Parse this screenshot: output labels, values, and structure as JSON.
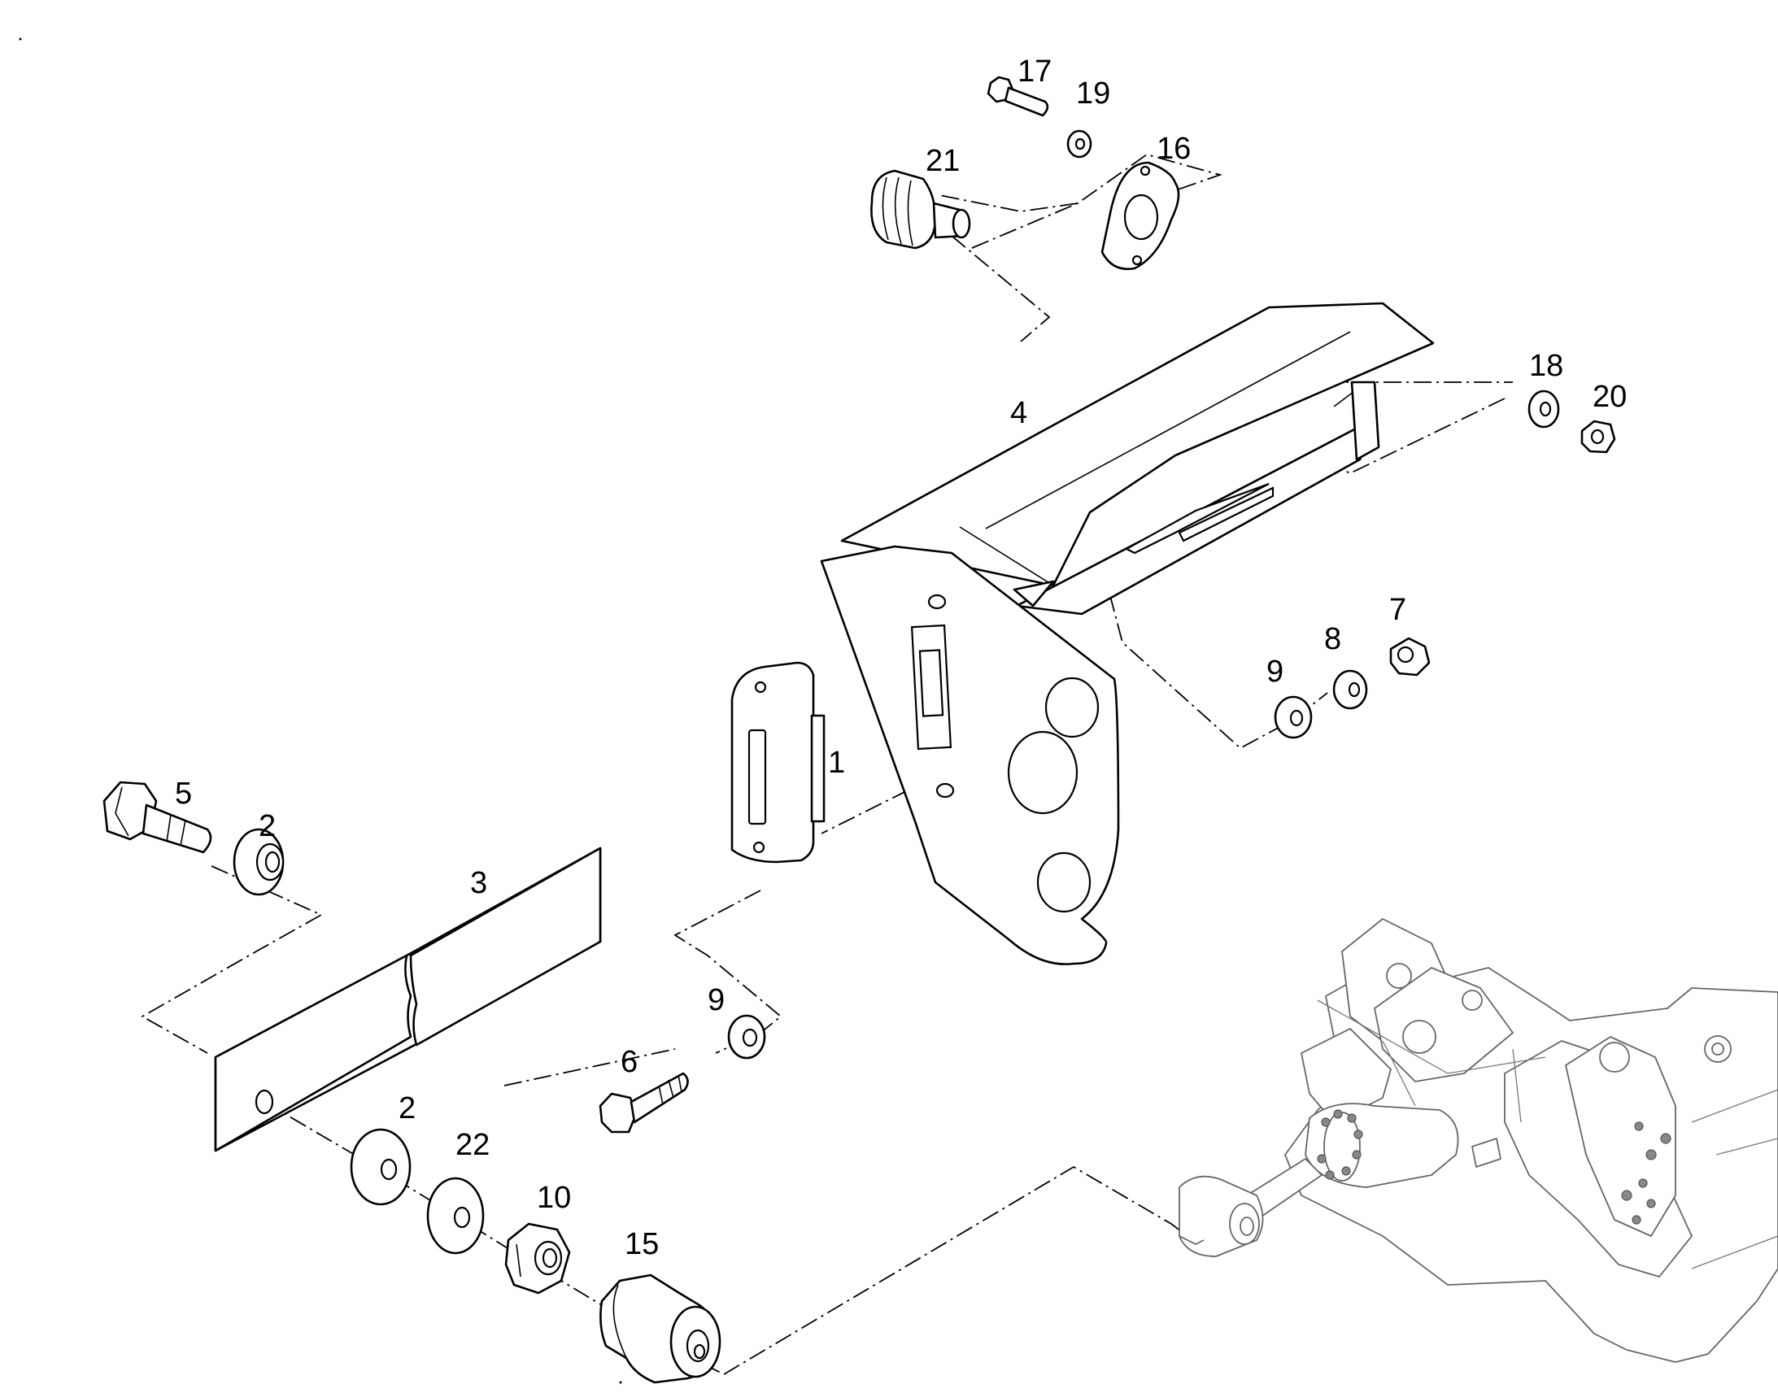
{
  "callouts": {
    "c1": "1",
    "c2a": "2",
    "c2b": "2",
    "c3": "3",
    "c4": "4",
    "c5": "5",
    "c6": "6",
    "c7": "7",
    "c8": "8",
    "c9a": "9",
    "c9b": "9",
    "c10": "10",
    "c15": "15",
    "c16": "16",
    "c17": "17",
    "c18": "18",
    "c19": "19",
    "c20": "20",
    "c21": "21",
    "c22": "22"
  },
  "style": {
    "line_color": "#000000",
    "context_line_color": "#666666",
    "background": "#ffffff"
  }
}
